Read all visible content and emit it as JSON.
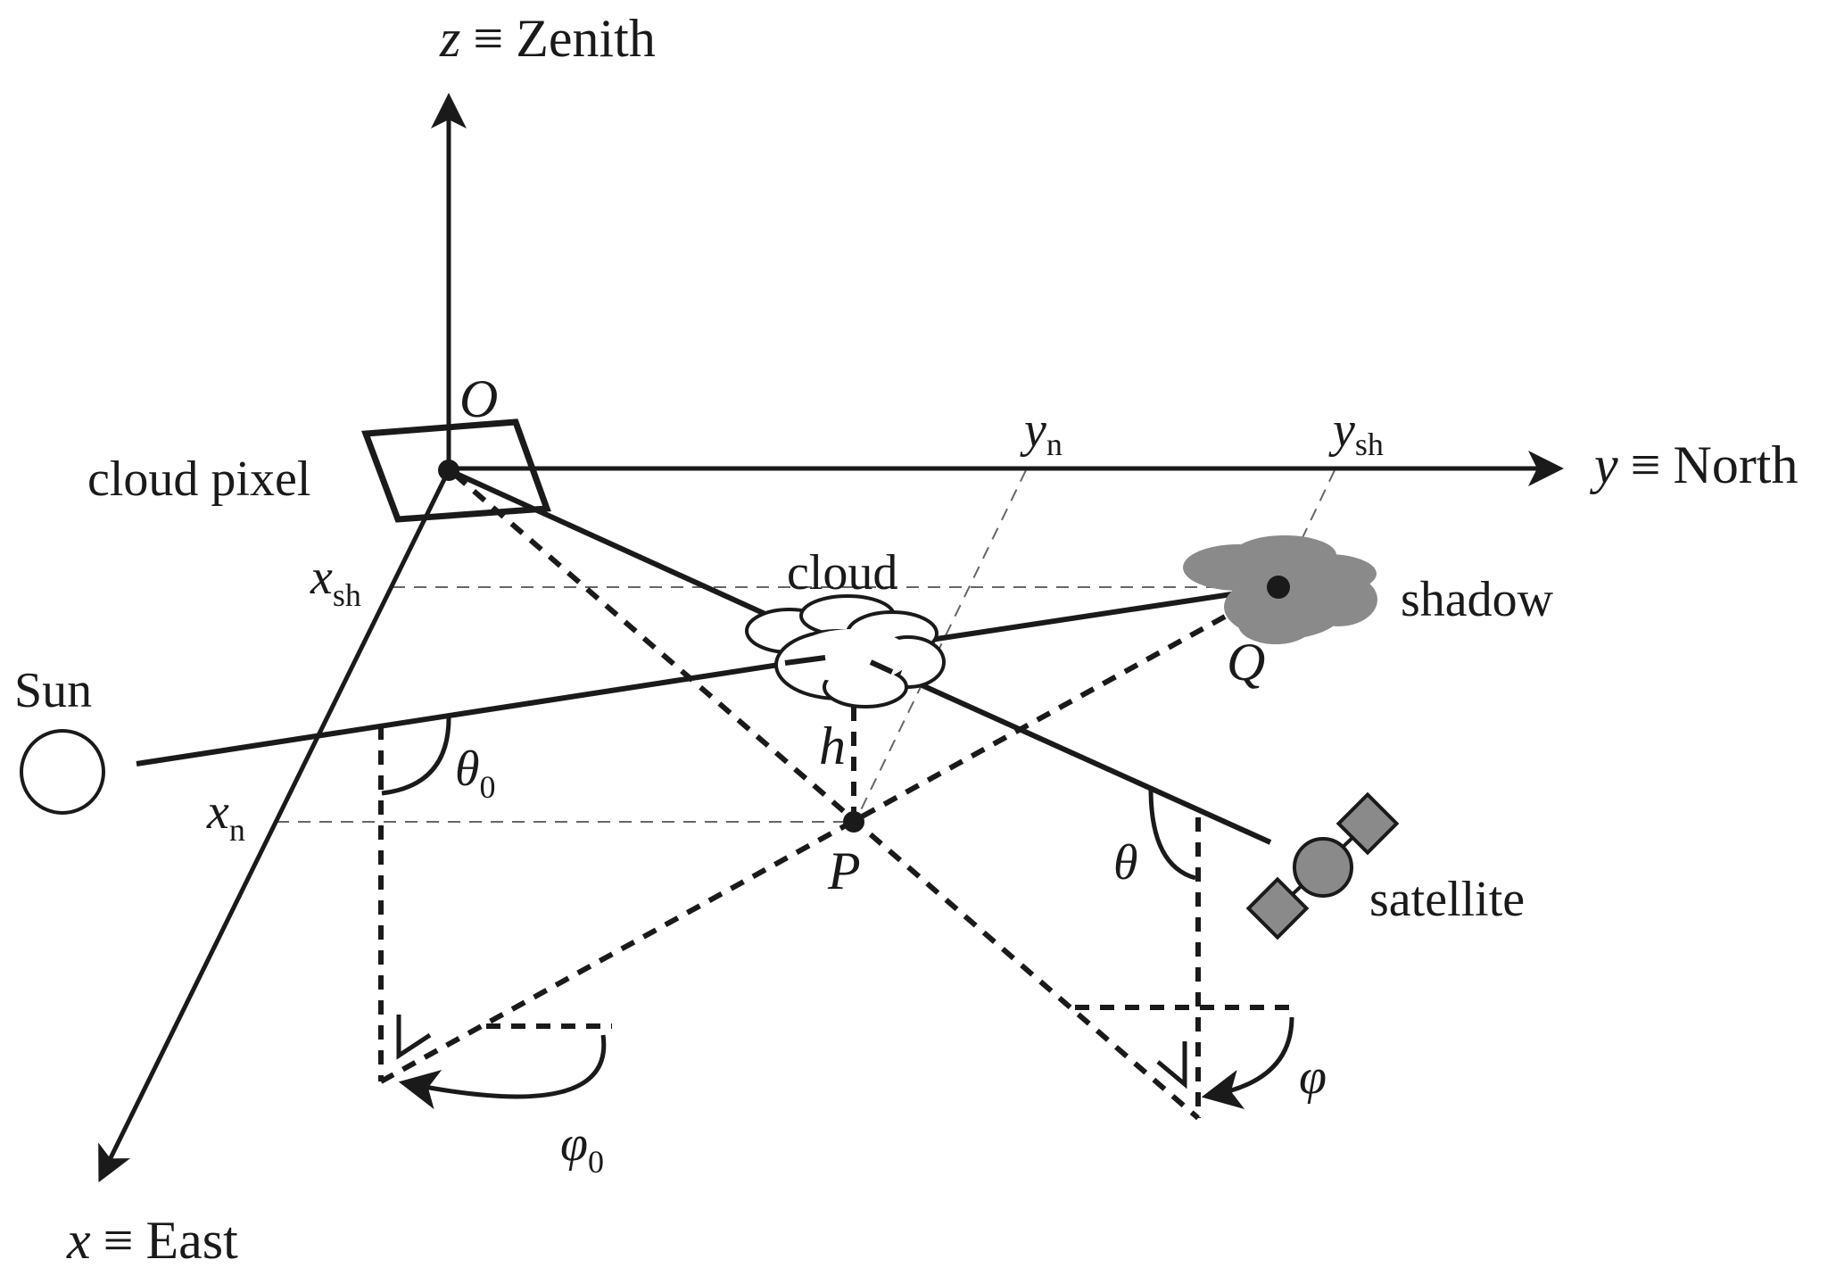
{
  "figure": {
    "type": "geometry-diagram",
    "description": "Sun-cloud-satellite viewing geometry for cloud shadow location"
  },
  "axes": {
    "z": {
      "var": "z",
      "equiv": "≡",
      "name": "Zenith"
    },
    "y": {
      "var": "y",
      "equiv": "≡",
      "name": "North"
    },
    "x": {
      "var": "x",
      "equiv": "≡",
      "name": "East"
    }
  },
  "points": {
    "origin": "O",
    "ground_nadir": "P",
    "shadow_point": "Q"
  },
  "labels": {
    "cloud_pixel": "cloud pixel",
    "cloud": "cloud",
    "shadow": "shadow",
    "sun": "Sun",
    "satellite": "satellite",
    "height": "h"
  },
  "ticks": {
    "y_n": {
      "base": "y",
      "sub": "n"
    },
    "y_sh": {
      "base": "y",
      "sub": "sh"
    },
    "x_sh": {
      "base": "x",
      "sub": "sh"
    },
    "x_n": {
      "base": "x",
      "sub": "n"
    }
  },
  "angles": {
    "solar_zenith": {
      "base": "θ",
      "sub": "0"
    },
    "solar_azimuth": {
      "base": "φ",
      "sub": "0"
    },
    "view_zenith": {
      "base": "θ",
      "sub": ""
    },
    "view_azimuth": {
      "base": "φ",
      "sub": ""
    }
  },
  "colors": {
    "ink": "#1a1a1a",
    "shadow_gray": "#8a8a8a",
    "guide_gray": "#666666",
    "background": "#ffffff"
  }
}
